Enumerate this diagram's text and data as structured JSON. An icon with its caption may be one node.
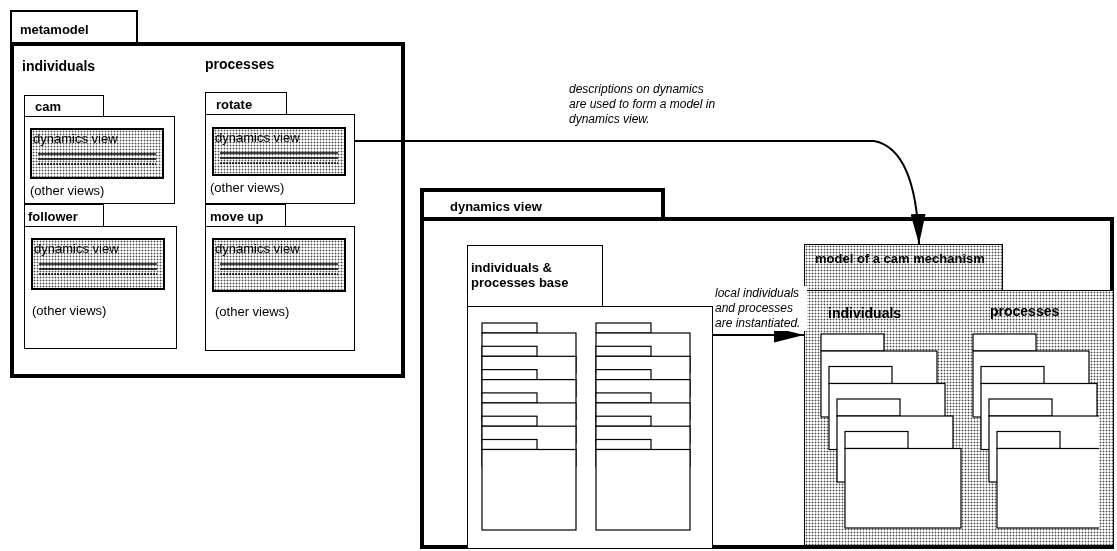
{
  "diagram": {
    "nodes": [
      {
        "text": [
          "metamodel"
        ]
      },
      {
        "text": [
          "cam",
          "(other views)"
        ],
        "in": 0
      },
      {
        "text": [
          "dynamics view"
        ],
        "in": 1
      },
      {
        "text": [
          "follower",
          "(other views)"
        ],
        "in": 0
      },
      {
        "text": [
          "dynamics view"
        ],
        "in": 3
      },
      {
        "text": [
          "rotate",
          "(other views)"
        ],
        "in": 0
      },
      {
        "text": [
          "dynamics view"
        ],
        "in": 5
      },
      {
        "text": [
          "move up",
          "(other views)"
        ],
        "in": 0
      },
      {
        "text": [
          "dynamics view"
        ],
        "in": 7
      },
      {
        "text": [
          "dynamics view"
        ]
      },
      {
        "text": [
          "individuals & processes base"
        ],
        "in": 9
      },
      {
        "text": [
          "model of a cam mechanism"
        ],
        "in": 9
      }
    ],
    "edges": [
      {
        "from": 5,
        "to": 11,
        "arrow": "to",
        "label": "descriptions on dynamics are used to form a model in dynamics view."
      },
      {
        "from": 10,
        "to": 11,
        "arrow": "to",
        "label": "local individuals and processes are instantiated."
      }
    ],
    "labels": [
      "individuals",
      "processes",
      "individuals",
      "processes"
    ]
  }
}
